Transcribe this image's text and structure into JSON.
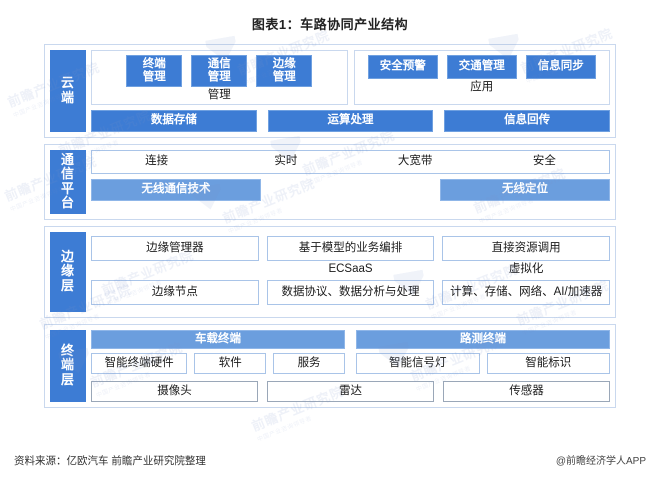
{
  "title": "图表1：车路协同产业结构",
  "layers": [
    {
      "id": "cloud",
      "label": "云端",
      "groups": [
        {
          "caption": "管理",
          "chips": [
            "终端管理",
            "通信管理",
            "边缘管理"
          ]
        },
        {
          "caption": "应用",
          "chips": [
            "安全预警",
            "交通管理",
            "信息同步"
          ]
        }
      ],
      "bottom": [
        "数据存储",
        "运算处理",
        "信息回传"
      ]
    },
    {
      "id": "comm",
      "label": "通信平台",
      "strip": [
        "连接",
        "实时",
        "大宽带",
        "安全"
      ],
      "row2": [
        "无线通信技术",
        "无线定位"
      ]
    },
    {
      "id": "edge",
      "label": "边缘层",
      "columns": [
        {
          "top": "边缘管理器",
          "caption": "",
          "bottom": "边缘节点"
        },
        {
          "top": "基于模型的业务编排",
          "caption": "ECSaaS",
          "bottom": "数据协议、数据分析与处理"
        },
        {
          "top": "直接资源调用",
          "caption": "虚拟化",
          "bottom": "计算、存储、网络、AI/加速器"
        }
      ]
    },
    {
      "id": "terminal",
      "label": "终端层",
      "halves": [
        {
          "head": "车载终端",
          "items": [
            "智能终端硬件",
            "软件",
            "服务"
          ]
        },
        {
          "head": "路测终端",
          "items": [
            "智能信号灯",
            "智能标识"
          ]
        }
      ],
      "bottom": [
        "摄像头",
        "雷达",
        "传感器"
      ]
    }
  ],
  "footer": {
    "source": "资料来源：亿欧汽车 前瞻产业研究院整理",
    "credit": "@前瞻经济学人APP"
  },
  "watermark": {
    "text": "前瞻产业研究院",
    "sub": "中国产业咨询领导者"
  },
  "colors": {
    "accent": "#3d7cd4",
    "accent_light": "#6b9ede",
    "panel_border": "#c9d8ee",
    "box_border": "#a9c4e8"
  }
}
